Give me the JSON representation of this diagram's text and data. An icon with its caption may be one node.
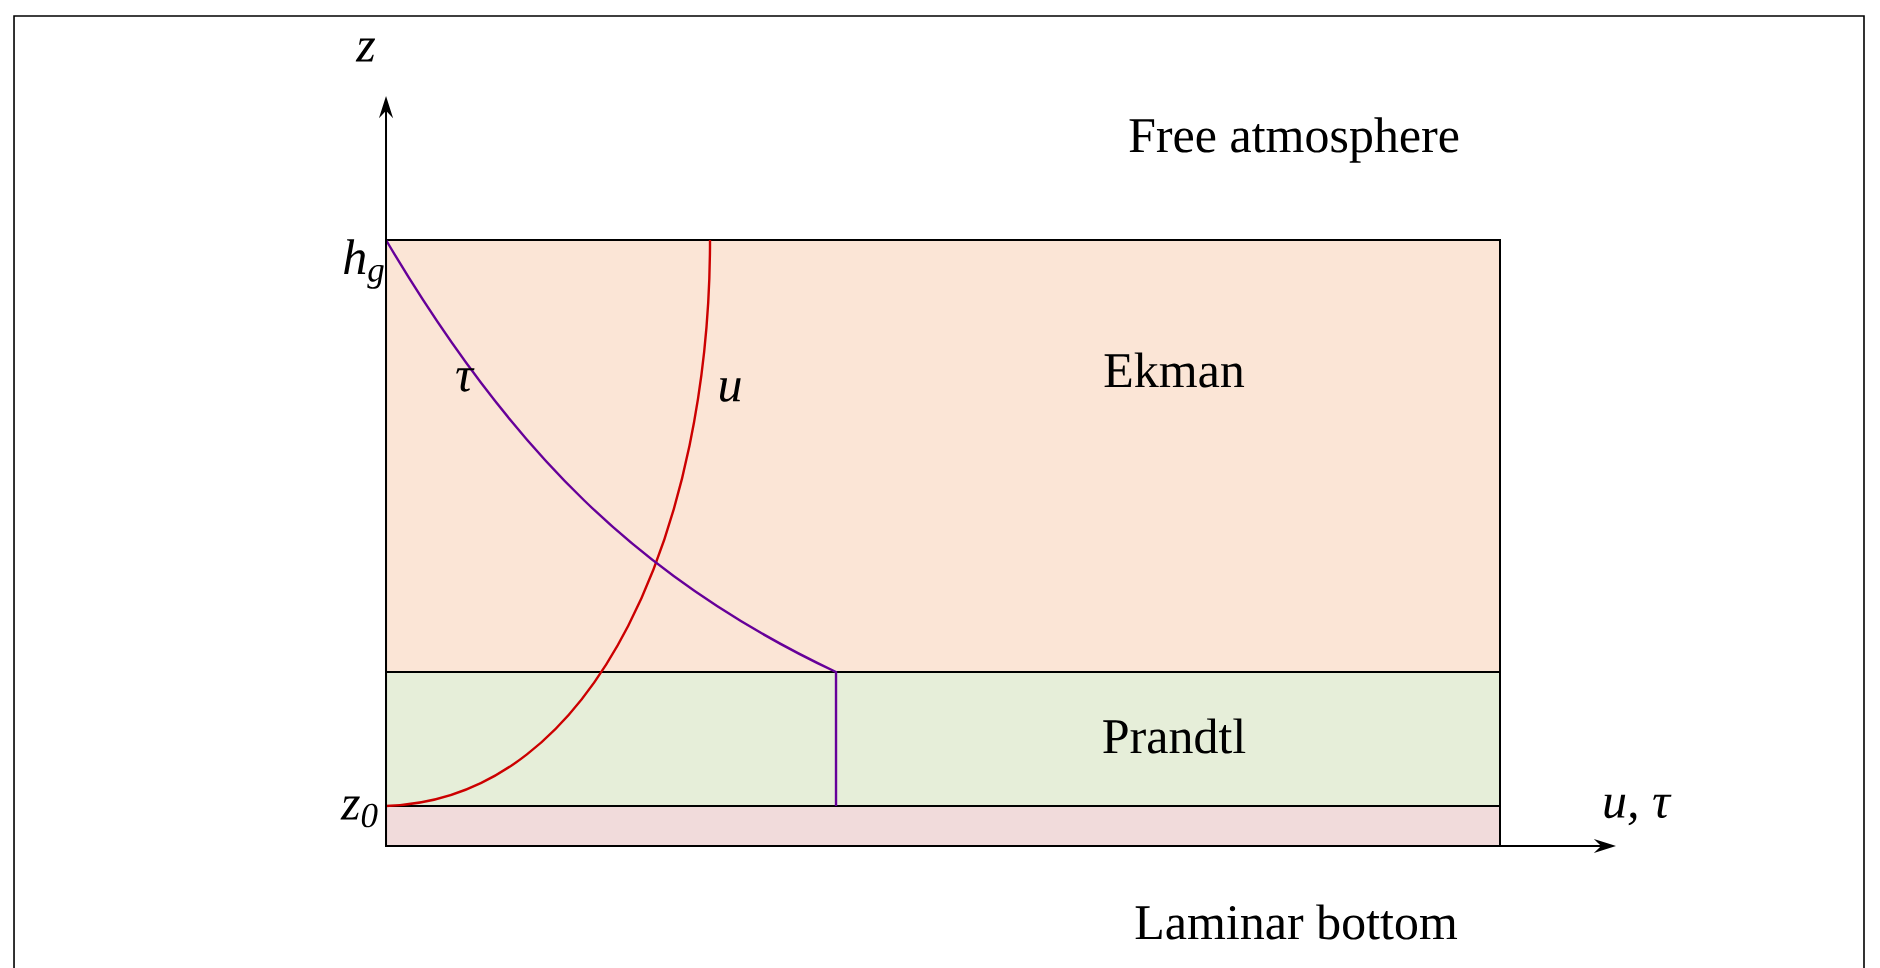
{
  "diagram": {
    "nodes": [
      {
        "text": [
          "Ekman"
        ]
      },
      {
        "text": [
          "Prandtl"
        ]
      },
      {
        "text": [
          "Laminar bottom"
        ]
      }
    ],
    "labels": [
      "z",
      "Free atmosphere",
      "h$_{g}$",
      "τ",
      "u",
      "z$_{0}$",
      "u, τ"
    ]
  }
}
